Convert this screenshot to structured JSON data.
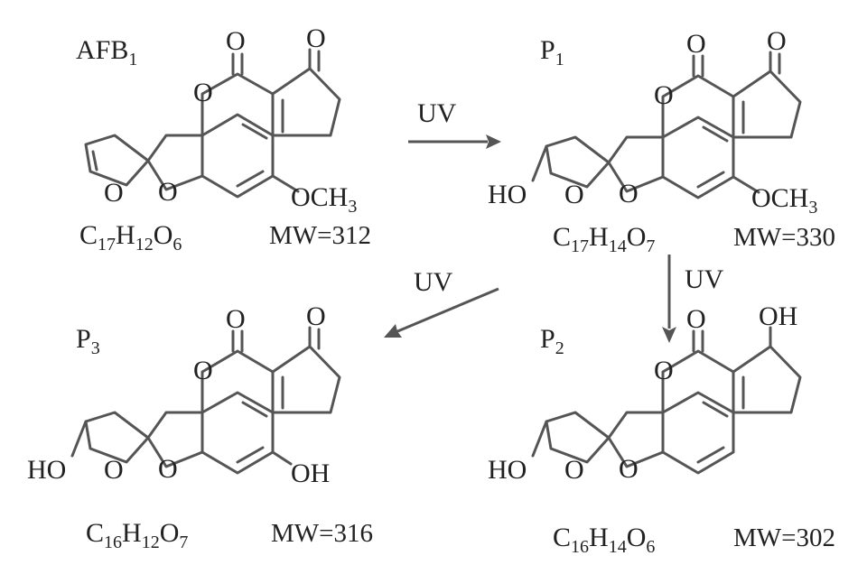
{
  "compounds": [
    {
      "id": "AFB1",
      "name": "AFB",
      "name_sub": "1",
      "formula": [
        [
          "C",
          ""
        ],
        [
          "17",
          "sub"
        ],
        [
          "H",
          ""
        ],
        [
          "12",
          "sub"
        ],
        [
          "O",
          ""
        ],
        [
          "6",
          "sub"
        ]
      ],
      "mw": "MW=312",
      "atoms": {
        "o_carbonyl1": "O",
        "o_carbonyl2": "O",
        "o_lactone": "O",
        "o_furan1": "O",
        "o_furan2": "O",
        "och3": "OCH",
        "och3_sub": "3"
      }
    },
    {
      "id": "P1",
      "name": "P",
      "name_sub": "1",
      "formula": [
        [
          "C",
          ""
        ],
        [
          "17",
          "sub"
        ],
        [
          "H",
          ""
        ],
        [
          "14",
          "sub"
        ],
        [
          "O",
          ""
        ],
        [
          "7",
          "sub"
        ]
      ],
      "mw": "MW=330",
      "atoms": {
        "o_carbonyl1": "O",
        "o_carbonyl2": "O",
        "o_lactone": "O",
        "o_furan1": "O",
        "o_furan2": "O",
        "ho": "HO",
        "och3": "OCH",
        "och3_sub": "3"
      }
    },
    {
      "id": "P3",
      "name": "P",
      "name_sub": "3",
      "formula": [
        [
          "C",
          ""
        ],
        [
          "16",
          "sub"
        ],
        [
          "H",
          ""
        ],
        [
          "12",
          "sub"
        ],
        [
          "O",
          ""
        ],
        [
          "7",
          "sub"
        ]
      ],
      "mw": "MW=316",
      "atoms": {
        "o_carbonyl1": "O",
        "o_carbonyl2": "O",
        "o_lactone": "O",
        "o_furan1": "O",
        "o_furan2": "O",
        "ho": "HO",
        "oh": "OH"
      }
    },
    {
      "id": "P2",
      "name": "P",
      "name_sub": "2",
      "formula": [
        [
          "C",
          ""
        ],
        [
          "16",
          "sub"
        ],
        [
          "H",
          ""
        ],
        [
          "14",
          "sub"
        ],
        [
          "O",
          ""
        ],
        [
          "6",
          "sub"
        ]
      ],
      "mw": "MW=302",
      "atoms": {
        "o_carbonyl1": "O",
        "oh_top": "OH",
        "o_lactone": "O",
        "o_furan1": "O",
        "o_furan2": "O",
        "ho": "HO"
      }
    }
  ],
  "arrows": [
    {
      "id": "afb1-to-p1",
      "label": "UV"
    },
    {
      "id": "p1-to-p2",
      "label": "UV"
    },
    {
      "id": "p1-to-p3",
      "label": "UV"
    }
  ]
}
